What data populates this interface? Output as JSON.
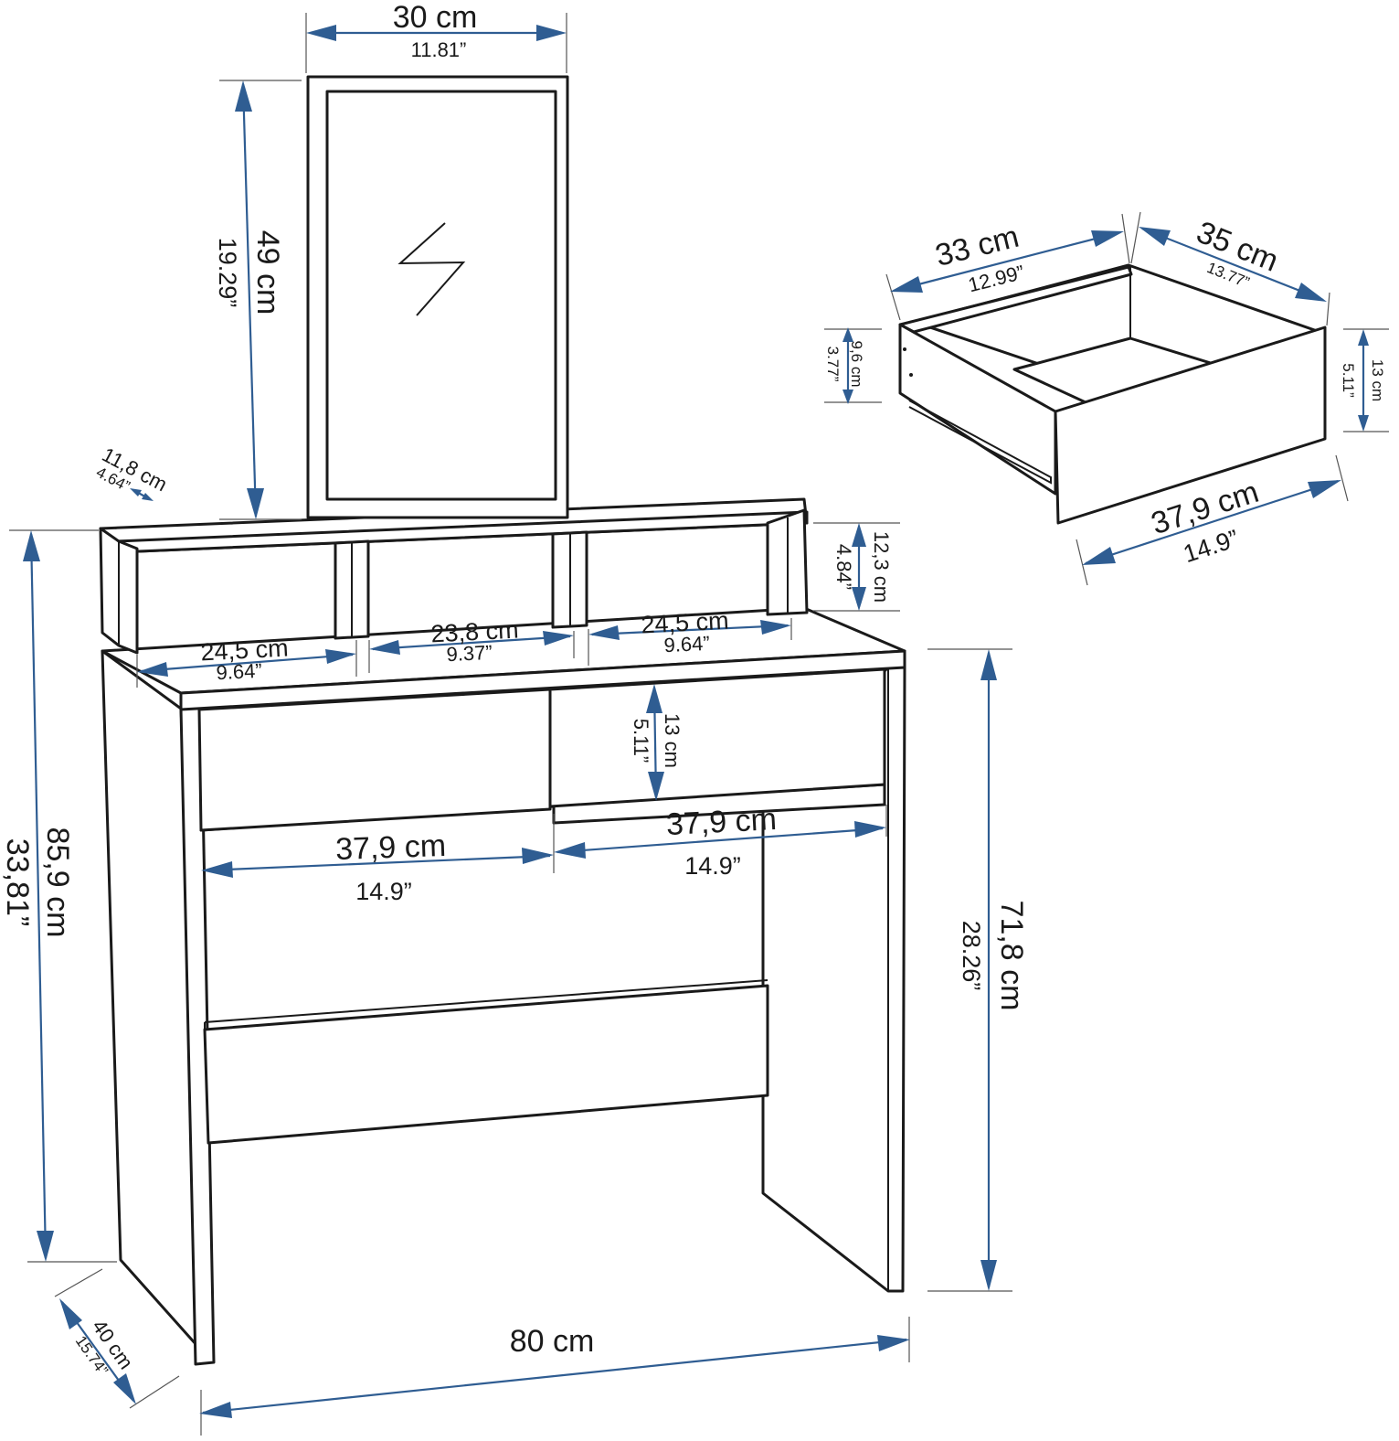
{
  "colors": {
    "line": "#1a1a1a",
    "dimension_arrow": "#2f5d92",
    "background": "#ffffff"
  },
  "mirror": {
    "width_cm": "30 cm",
    "width_in": "11.81”",
    "height_cm": "49 cm",
    "height_in": "19.29”"
  },
  "shelf": {
    "depth_cm": "11,8 cm",
    "depth_in": "4.64”",
    "height_cm": "12,3 cm",
    "height_in": "4.84”",
    "comp_left_cm": "24,5 cm",
    "comp_left_in": "9.64”",
    "comp_mid_cm": "23,8 cm",
    "comp_mid_in": "9.37”",
    "comp_right_cm": "24,5 cm",
    "comp_right_in": "9.64”"
  },
  "desk": {
    "total_height_cm": "85,9 cm",
    "total_height_in": "33,81”",
    "table_height_cm": "71,8 cm",
    "table_height_in": "28.26”",
    "width_cm": "80 cm",
    "depth_cm": "40 cm",
    "depth_in": "15.74”",
    "drawer_left_w_cm": "37,9 cm",
    "drawer_left_w_in": "14.9”",
    "drawer_right_w_cm": "37,9 cm",
    "drawer_right_w_in": "14.9”",
    "drawer_h_cm": "13 cm",
    "drawer_h_in": "5.11”"
  },
  "drawer_detail": {
    "length_cm": "33 cm",
    "length_in": "12.99”",
    "depth_cm": "35 cm",
    "depth_in": "13.77”",
    "side_h_cm": "9,6 cm",
    "side_h_in": "3.77”",
    "front_h_cm": "13 cm",
    "front_h_in": "5.11”",
    "front_w_cm": "37,9 cm",
    "front_w_in": "14.9”"
  }
}
